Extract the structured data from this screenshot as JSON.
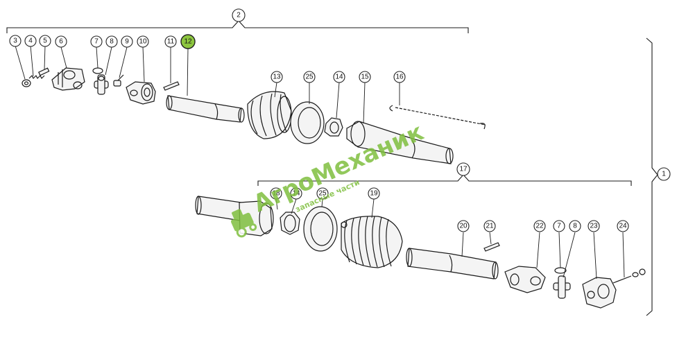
{
  "callouts": {
    "c1": "1",
    "c2": "2",
    "c3": "3",
    "c4": "4",
    "c5": "5",
    "c6": "6",
    "c7a": "7",
    "c8a": "8",
    "c9": "9",
    "c10": "10",
    "c11": "11",
    "c12": "12",
    "c13": "13",
    "c25a": "25",
    "c14a": "14",
    "c15": "15",
    "c16": "16",
    "c17": "17",
    "c18": "18",
    "c14b": "14",
    "c25b": "25",
    "c19": "19",
    "c20": "20",
    "c21": "21",
    "c22": "22",
    "c7b": "7",
    "c8b": "8",
    "c23": "23",
    "c24": "24"
  },
  "highlighted_callout": "12",
  "watermark": {
    "brand": "АгроМеханик",
    "subtitle": "запасные части"
  },
  "colors": {
    "highlight": "#8dc63f",
    "watermark": "#7fbf3f",
    "line": "#1a1a1a"
  }
}
